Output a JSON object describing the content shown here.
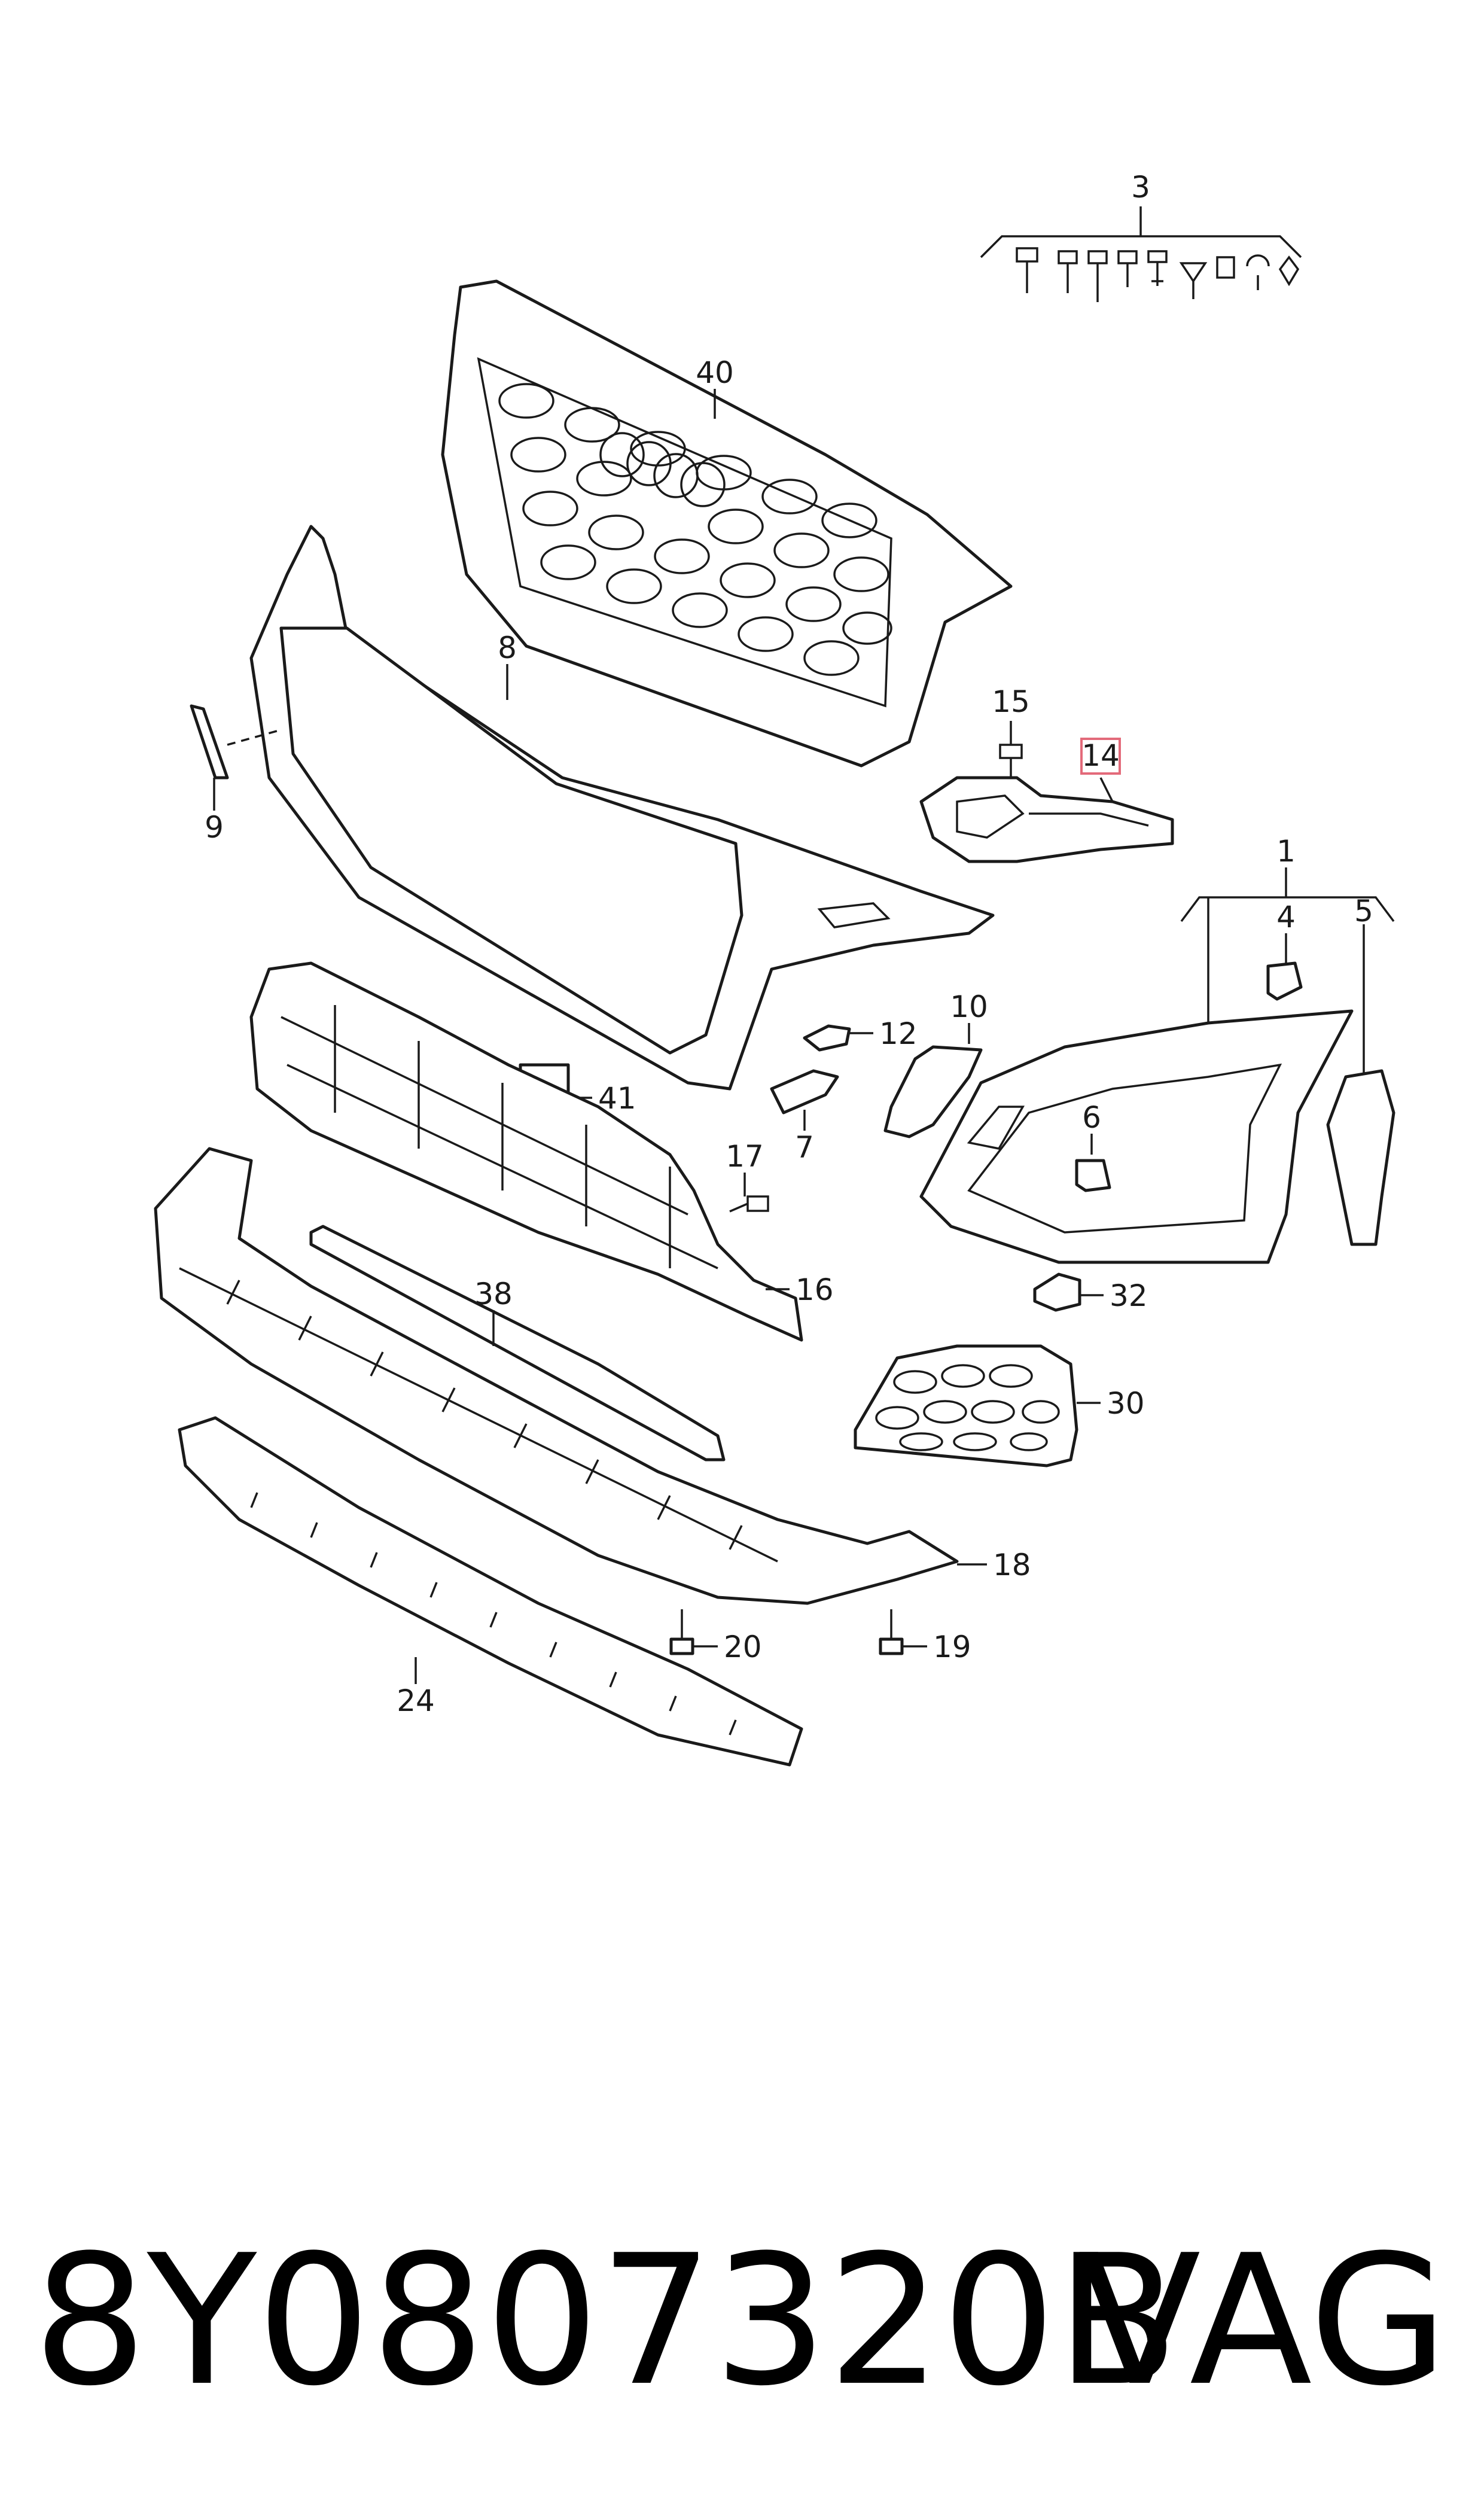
{
  "callouts": {
    "c1": "1",
    "c3": "3",
    "c4": "4",
    "c5": "5",
    "c6": "6",
    "c7": "7",
    "c8": "8",
    "c9": "9",
    "c10": "10",
    "c12": "12",
    "c14": "14",
    "c15": "15",
    "c16": "16",
    "c17": "17",
    "c18": "18",
    "c19": "19",
    "c20": "20",
    "c24": "24",
    "c30": "30",
    "c32": "32",
    "c38": "38",
    "c40": "40",
    "c41": "41"
  },
  "highlighted_callout": "14",
  "highlight_color": "#e36a7a",
  "footer": {
    "part_number": "8Y0807320B",
    "brand": "VAG"
  }
}
